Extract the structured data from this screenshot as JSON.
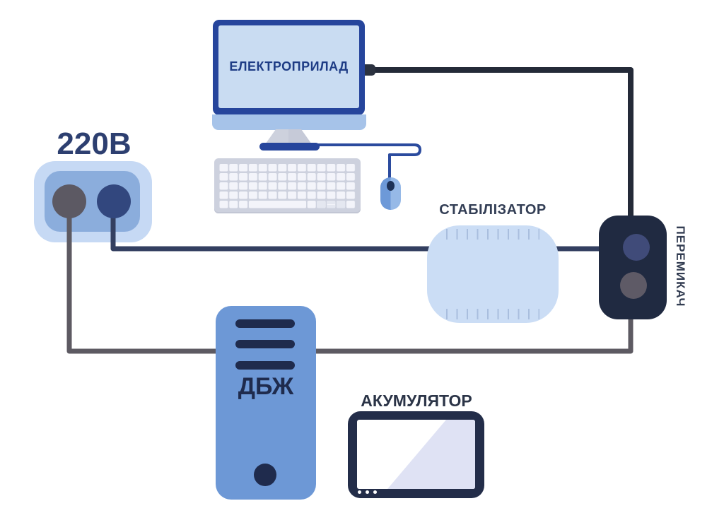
{
  "diagram": {
    "outlet": {
      "label": "220В"
    },
    "appliance": {
      "label": "ЕЛЕКТРОПРИЛАД"
    },
    "stabilizer": {
      "label": "СТАБІЛІЗАТОР"
    },
    "switch": {
      "label": "ПЕРЕМИКАЧ"
    },
    "ups": {
      "label": "ДБЖ"
    },
    "battery": {
      "label": "АКУМУЛЯТОР"
    }
  },
  "icons": [
    "wall-outlet-icon",
    "desktop-monitor-icon",
    "keyboard-icon",
    "mouse-icon",
    "stabilizer-box-icon",
    "switch-box-icon",
    "ups-tower-icon",
    "battery-pack-icon"
  ],
  "colors": {
    "background": "#ffffff",
    "monitor_frame": "#26459c",
    "monitor_screen": "#c9dcf2",
    "monitor_chin": "#a6c3e9",
    "outlet_outer": "#c6d9f4",
    "outlet_inner": "#8baddc",
    "socket_gray": "#5c5963",
    "socket_blue": "#32477e",
    "stabilizer_body": "#cbddf5",
    "switch_body": "#202a41",
    "switch_button_blue": "#404b79",
    "switch_button_gray": "#5e5a66",
    "ups_body": "#6d98d6",
    "ups_detail": "#1f2b4d",
    "battery_frame": "#232d49",
    "battery_triangle": "#dfe2f4",
    "wire_dark": "#242a38",
    "wire_navy": "#333f60",
    "wire_gray": "#5d5a62",
    "wire_mouse": "#2b4b9e",
    "label_navy": "#2d3f70",
    "label_slate": "#333e55"
  }
}
